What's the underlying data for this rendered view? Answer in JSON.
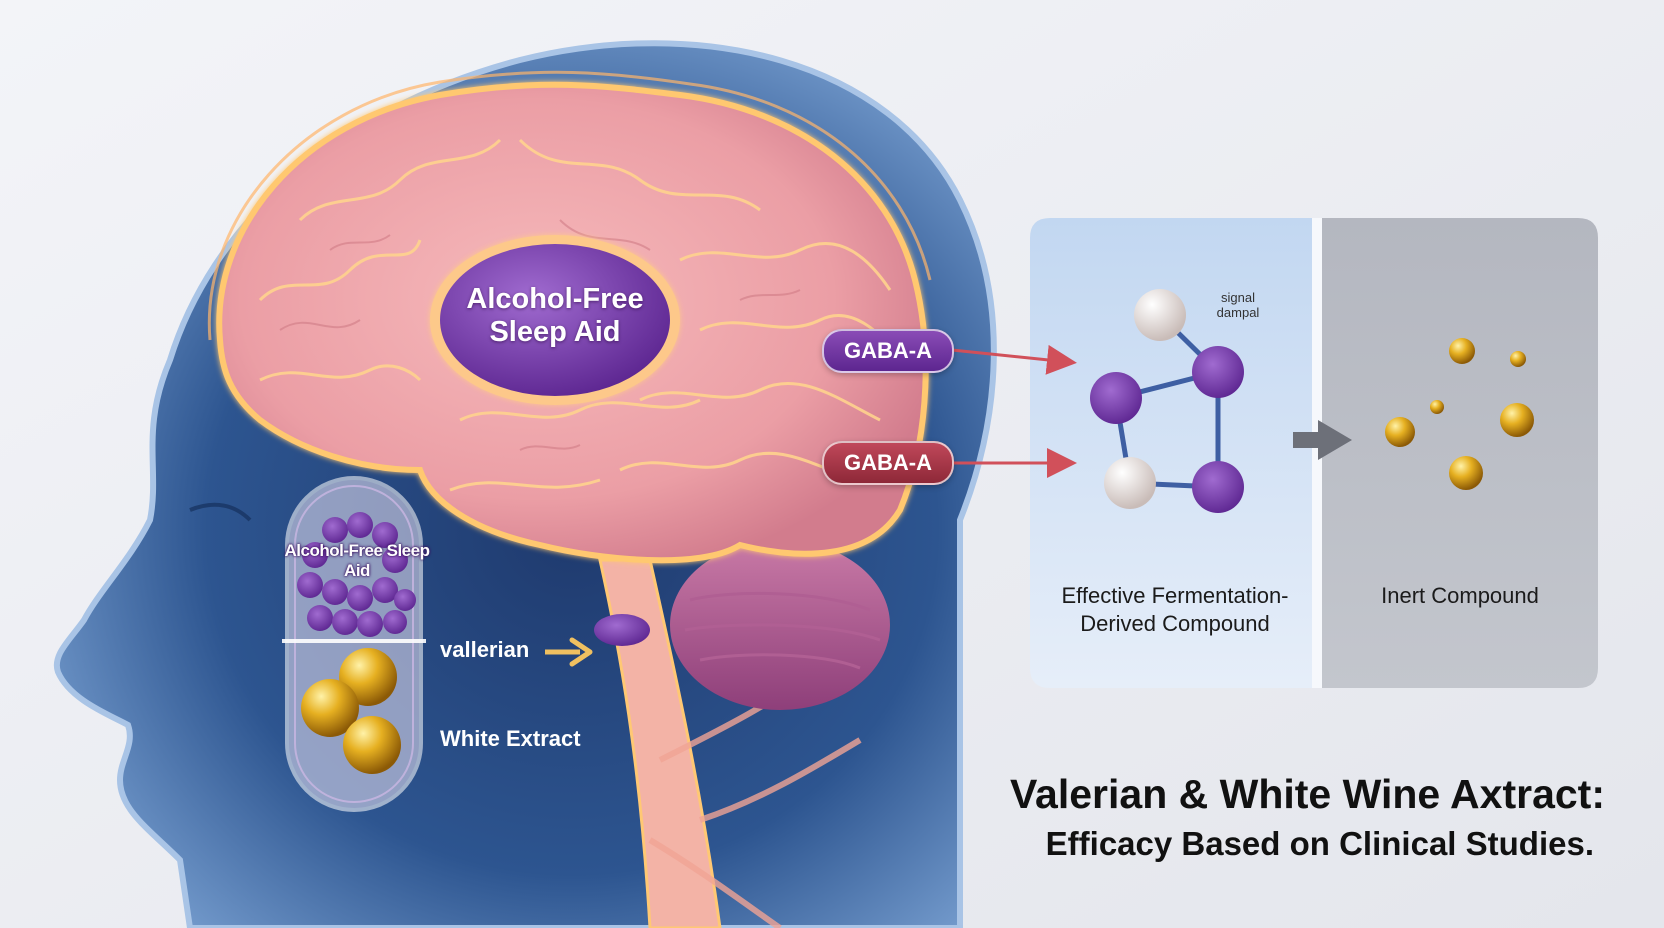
{
  "title": "Valerian & White Wine Axtract:",
  "subtitle": "Efficacy Based on Clinical Studies.",
  "brain": {
    "label": "Alcohol-Free Sleep Aid"
  },
  "capsule": {
    "label": "Alcohol-Free Sleep Aid",
    "valerian_label": "vallerian",
    "white_extract_label": "White Extract"
  },
  "receptors": [
    {
      "label": "GABA-A",
      "color": "#6f34a2"
    },
    {
      "label": "GABA-A",
      "color": "#b33a4c"
    }
  ],
  "panels": {
    "effective": {
      "label": "Effective Fermentation-Derived Compound",
      "note": "signal dampal",
      "bg": "#d2e2f5"
    },
    "inert": {
      "label": "Inert Compound",
      "bg": "#babdc5"
    }
  },
  "colors": {
    "purple": "#7b3ab0",
    "gold": "#e2a71e",
    "brain_pink": "#f0a4a8",
    "glow": "#ffc06a",
    "head_blue": "#2d4f86"
  },
  "icons": [
    "head-silhouette",
    "brain-icon",
    "capsule-icon",
    "molecule-icon",
    "arrow-right-icon",
    "gold-particle-icon"
  ]
}
